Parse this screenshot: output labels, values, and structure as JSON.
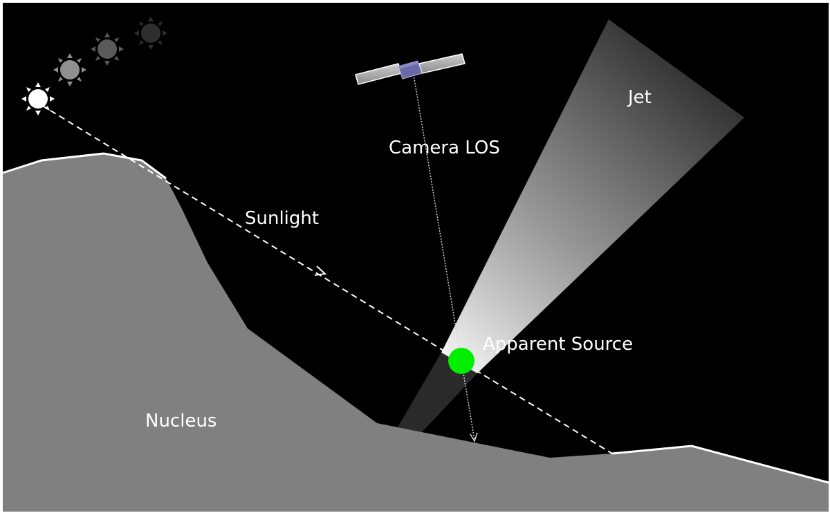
{
  "labels": {
    "jet": "Jet",
    "camera_los": "Camera LOS",
    "sunlight": "Sunlight",
    "apparent_source": "Apparent Source",
    "nucleus": "Nucleus"
  },
  "colors": {
    "sky": "#000000",
    "nucleus": "#808080",
    "apparent_source": "#00ee00",
    "spacecraft_body": "#6a6aa8",
    "spacecraft_panel": "#9a9a9a",
    "sunlight_ray": "#ffffff"
  },
  "icons": {
    "sun": "sun-icon",
    "spacecraft": "spacecraft-icon"
  }
}
